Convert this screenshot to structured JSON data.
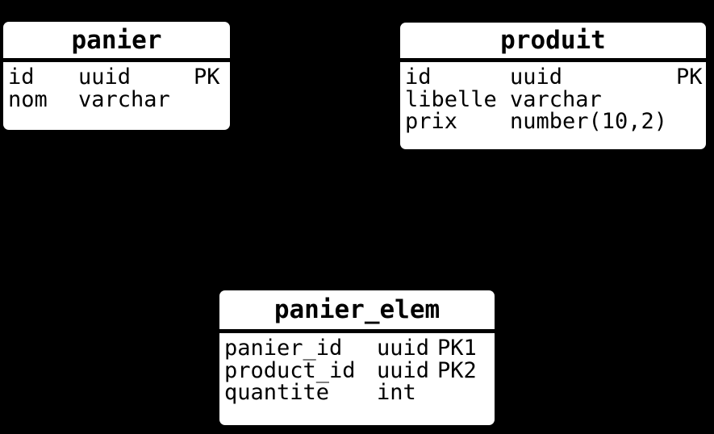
{
  "diagram": {
    "kind": "entity-relationship",
    "background_color": "#000000",
    "entity_fill_color": "#ffffff",
    "entity_text_color": "#000000",
    "tables": [
      {
        "name": "panier",
        "columns": [
          {
            "name": "id",
            "type": "uuid",
            "key": "PK"
          },
          {
            "name": "nom",
            "type": "varchar",
            "key": ""
          }
        ]
      },
      {
        "name": "produit",
        "columns": [
          {
            "name": "id",
            "type": "uuid",
            "key": "PK"
          },
          {
            "name": "libelle",
            "type": "varchar",
            "key": ""
          },
          {
            "name": "prix",
            "type": "number(10,2)",
            "key": ""
          }
        ]
      },
      {
        "name": "panier_elem",
        "columns": [
          {
            "name": "panier_id",
            "type": "uuid",
            "key": "PK1"
          },
          {
            "name": "product_id",
            "type": "uuid",
            "key": "PK2"
          },
          {
            "name": "quantite",
            "type": "int",
            "key": ""
          }
        ]
      }
    ]
  }
}
